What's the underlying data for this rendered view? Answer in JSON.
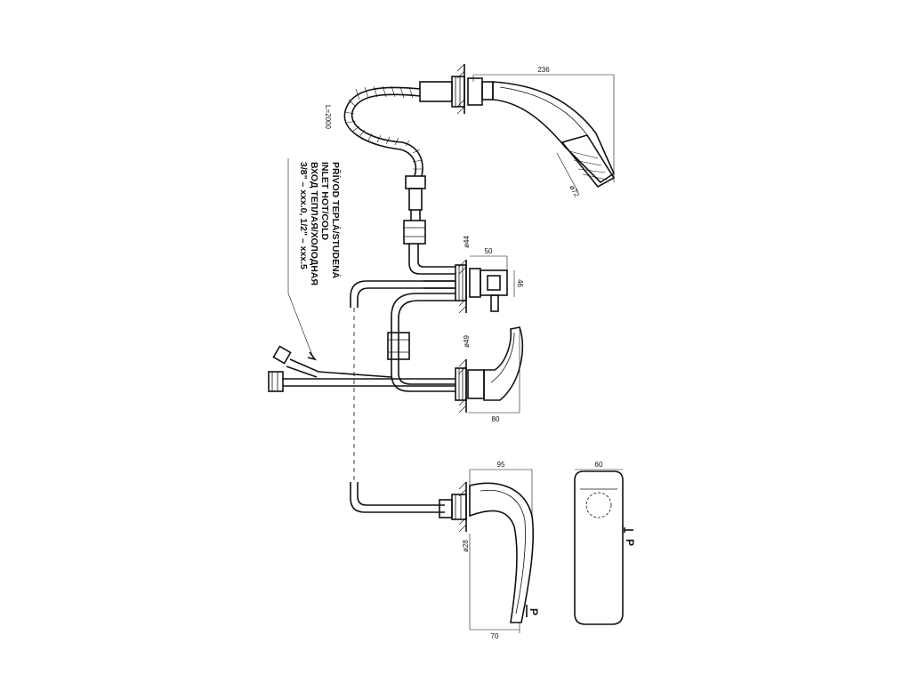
{
  "labels": {
    "hose_length": "L=2000",
    "inlet_cz": "PŘÍVOD TEPLÁ/STUDENÁ",
    "inlet_en": "INLET HOT/COLD",
    "inlet_ru": "ВХОД ТЕПЛАЯ/ХОЛОДНАЯ",
    "inlet_sizes": "3/8\" – xxx.0, 1/2\" – xxx.5",
    "p_mark": "P"
  },
  "dimensions": {
    "head_length": "236",
    "head_diameter": "ø72",
    "diverter_hole": "ø44",
    "diverter_width": "50",
    "diverter_height": "46",
    "mixer_hole": "ø49",
    "mixer_depth": "80",
    "spout_reach": "95",
    "spout_hole": "ø28",
    "spout_height": "70",
    "spout_width": "60"
  },
  "colors": {
    "line": "#111111",
    "background": "#ffffff"
  }
}
